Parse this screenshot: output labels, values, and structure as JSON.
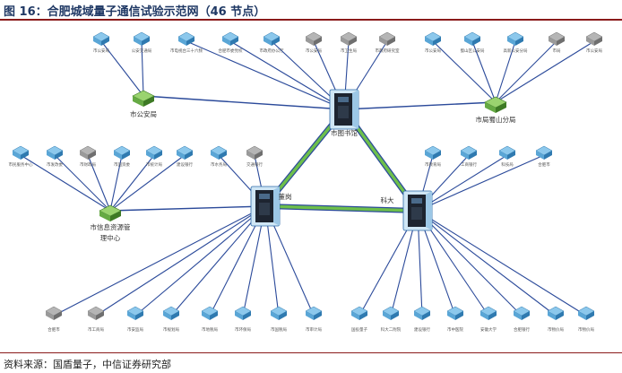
{
  "title": "图 16：合肥城域量子通信试验示范网（46 节点）",
  "source": "资料来源：国盾量子，中信证券研究部",
  "colors": {
    "backbone": "#6dbf4b",
    "link": "#2b4a9a",
    "switch": "#66aa44",
    "endpoint": "#5aa6d6",
    "endpoint_gray": "#9a9a9a"
  },
  "core": [
    {
      "id": "c1",
      "label": "市图书馆",
      "label2": ""
    },
    {
      "id": "c2",
      "label": "董岗",
      "label2": ""
    },
    {
      "id": "c3",
      "label": "科大",
      "label2": ""
    }
  ],
  "switches": [
    {
      "id": "s1",
      "label": "市公安局",
      "label2": ""
    },
    {
      "id": "s2",
      "label": "市局蜀山分局",
      "label2": ""
    },
    {
      "id": "s3",
      "label": "市信息资源管",
      "label2": "理中心"
    }
  ],
  "endpoint_labels": {
    "n1": "市公安局",
    "n2": "公安交通局",
    "n3": "市电视台三十六频",
    "n4": "合肥市委党校",
    "n5": "市政府办公厅",
    "n6": "市公安局",
    "n7": "市卫生局",
    "n8": "市政府研究室",
    "n9": "市公安局",
    "n10": "蜀山区公安局",
    "n11": "高新公安分局",
    "n12": "市局",
    "n13": "市公安局",
    "n14": "市民服务中心",
    "n15": "市发改委",
    "n16": "市财政局",
    "n17": "市国资委",
    "n18": "市统计局",
    "n19": "建设银行",
    "n20": "市水务局",
    "n21": "交通银行",
    "n22": "市教育局",
    "n23": "工商银行",
    "n24": "科技局",
    "n25": "合肥市",
    "n26": "合肥市",
    "n27": "市工商局",
    "n28": "市安监局",
    "n29": "市规划局",
    "n30": "市地税局",
    "n31": "市环保局",
    "n32": "市国税局",
    "n33": "市审计局",
    "n34": "国投量子",
    "n35": "科大二附院",
    "n36": "建设银行",
    "n37": "市中医院",
    "n38": "安徽大学",
    "n39": "合肥银行",
    "n40": "市物价局"
  }
}
